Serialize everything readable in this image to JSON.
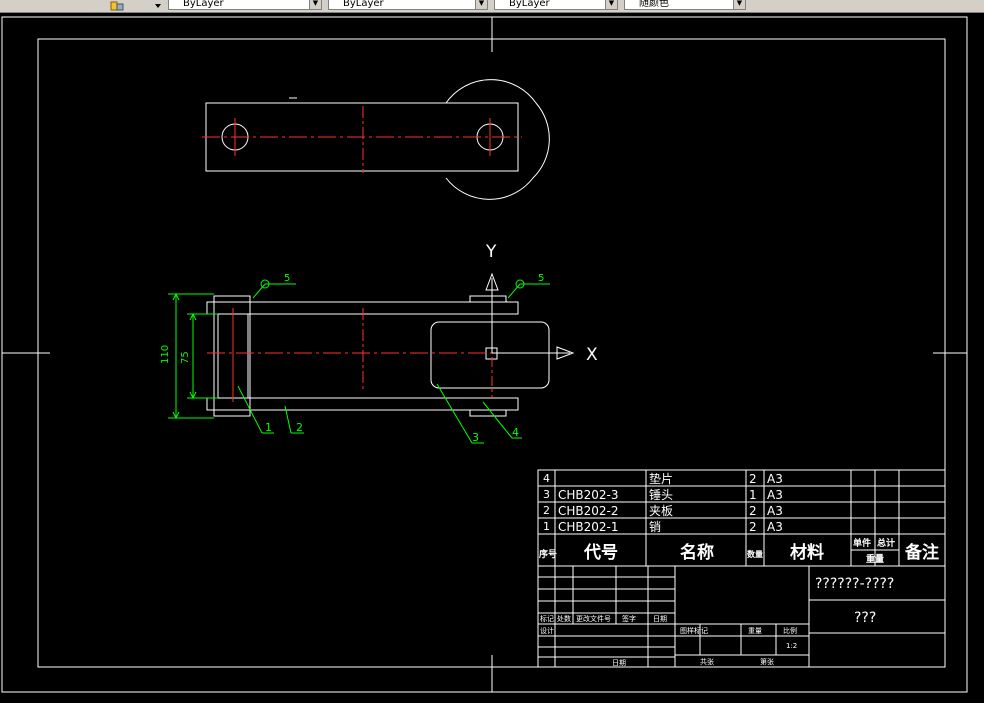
{
  "toolbar": {
    "layer_color": "ByLayer",
    "layer_linetype": "ByLayer",
    "layer_lineweight": "ByLayer",
    "plot_style": "随颜色"
  },
  "axis": {
    "y": "Y",
    "x": "X"
  },
  "dimensions": {
    "outer": "110",
    "inner": "75"
  },
  "balloons": {
    "top_left": "5",
    "top_right": "5",
    "p1": "1",
    "p2": "2",
    "p3": "3",
    "p4": "4"
  },
  "bom": {
    "rows": [
      {
        "no": "4",
        "code": "",
        "name": "垫片",
        "qty": "2",
        "material": "A3"
      },
      {
        "no": "3",
        "code": "CHB202-3",
        "name": "锤头",
        "qty": "1",
        "material": "A3"
      },
      {
        "no": "2",
        "code": "CHB202-2",
        "name": "夹板",
        "qty": "2",
        "material": "A3"
      },
      {
        "no": "1",
        "code": "CHB202-1",
        "name": "销",
        "qty": "2",
        "material": "A3"
      }
    ],
    "header": {
      "no": "序号",
      "code": "代号",
      "name": "名称",
      "qty": "数量",
      "material": "材料",
      "unit_weight": "单件",
      "total_weight": "总计",
      "weight": "重量",
      "remark": "备注"
    }
  },
  "title_block": {
    "drawing_no": "??????-????",
    "drawing_name": "???",
    "scale": "1:2",
    "labels": {
      "mark": "标记",
      "count": "处数",
      "change_doc": "更改文件号",
      "sign": "签字",
      "date": "日期",
      "design": "设计",
      "approve": "日期",
      "stage": "图样标记",
      "weight": "重量",
      "ratio": "比例",
      "sheets_total": "共张",
      "sheet_no": "第张"
    }
  }
}
